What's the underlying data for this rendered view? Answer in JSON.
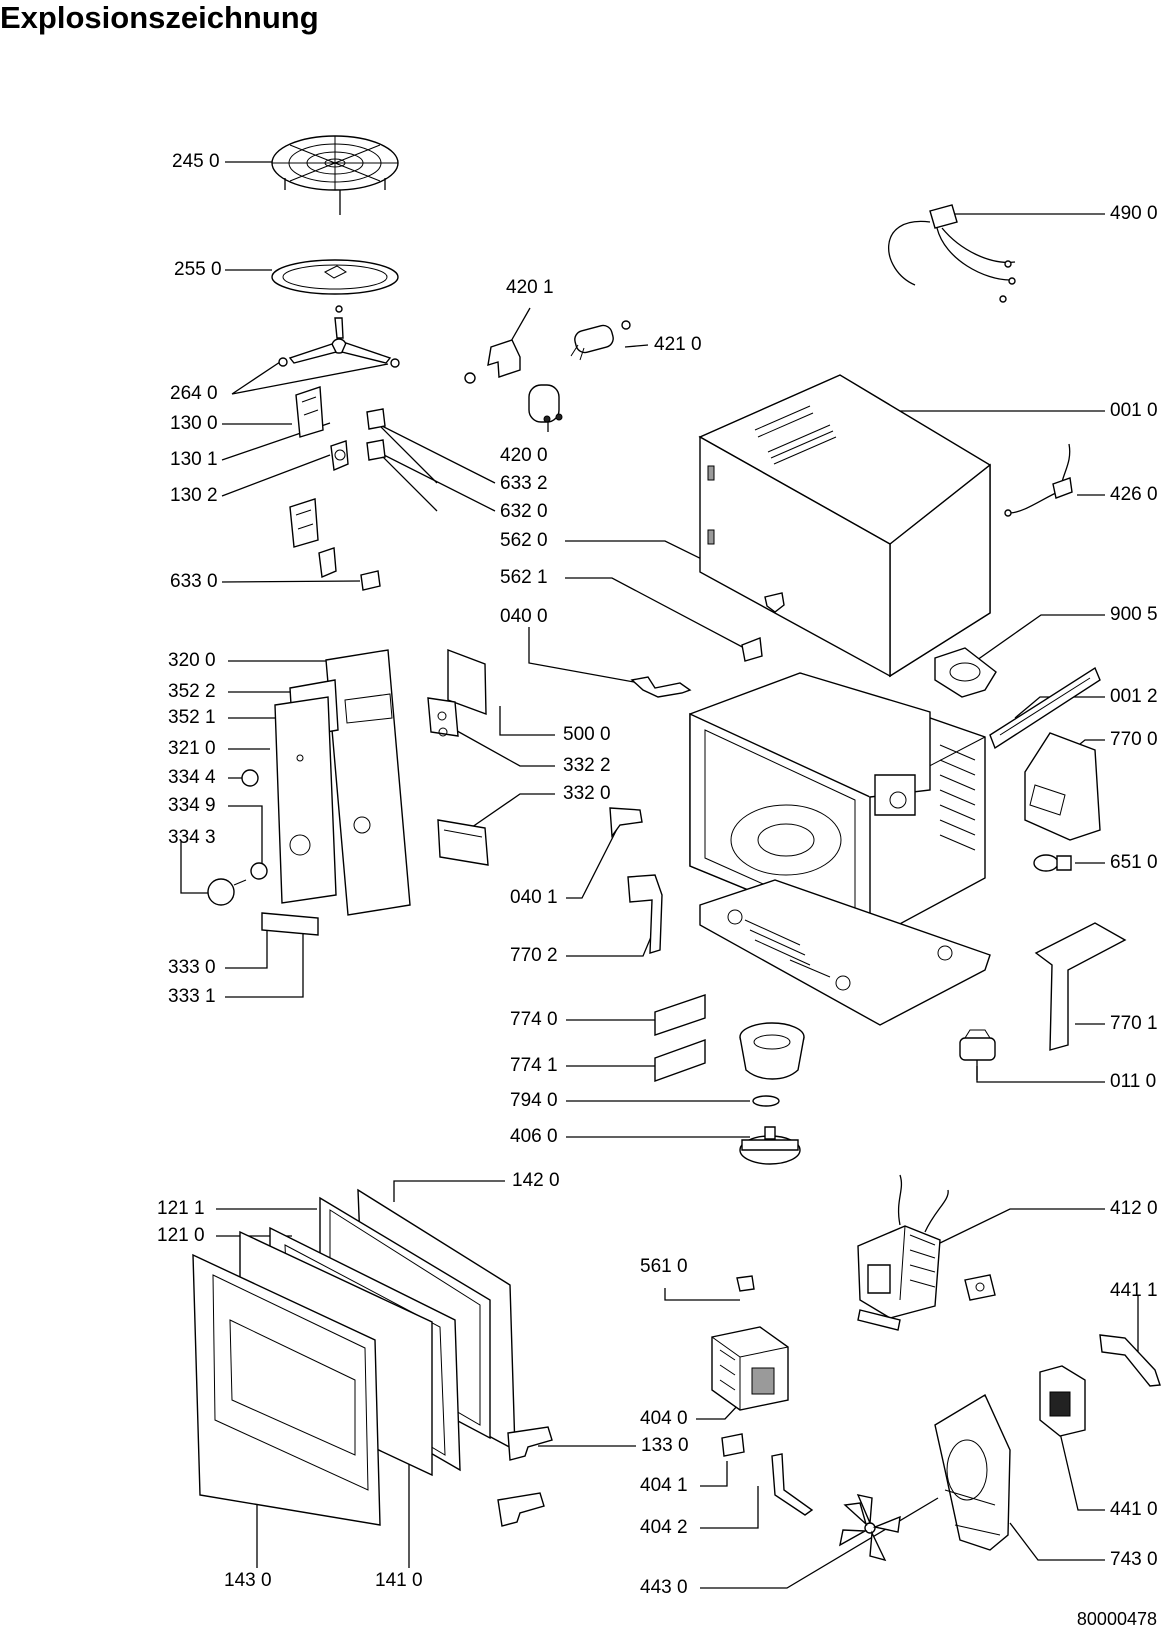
{
  "title": "Explosionszeichnung",
  "document_number": "80000478",
  "callouts": {
    "c2450": "245 0",
    "c2550": "255 0",
    "c2640": "264 0",
    "c1300": "130 0",
    "c1301": "130 1",
    "c1302": "130 2",
    "c6330": "633 0",
    "c4201": "420 1",
    "c4210": "421 0",
    "c4200": "420 0",
    "c6332": "633 2",
    "c6320": "632 0",
    "c5620": "562 0",
    "c5621": "562 1",
    "c0400": "040 0",
    "c4900": "490 0",
    "c0010": "001 0",
    "c4260": "426 0",
    "c9005": "900 5",
    "c0012": "001 2",
    "c7700": "770 0",
    "c6510": "651 0",
    "c7701": "770 1",
    "c0110": "011 0",
    "c3200": "320 0",
    "c3522": "352 2",
    "c3521": "352 1",
    "c3210": "321 0",
    "c3344": "334 4",
    "c3349": "334 9",
    "c3343": "334 3",
    "c3330": "333 0",
    "c3331": "333 1",
    "c5000": "500 0",
    "c3322": "332 2",
    "c3320": "332 0",
    "c0401": "040 1",
    "c7702": "770 2",
    "c7740": "774 0",
    "c7741": "774 1",
    "c7940": "794 0",
    "c4060": "406 0",
    "c1420": "142 0",
    "c1211": "121 1",
    "c1210": "121 0",
    "c1430": "143 0",
    "c1410": "141 0",
    "c5610": "561 0",
    "c4040": "404 0",
    "c1330": "133 0",
    "c4041": "404 1",
    "c4042": "404 2",
    "c4430": "443 0",
    "c4120": "412 0",
    "c4411": "441 1",
    "c4410": "441 0",
    "c7430": "743 0"
  }
}
